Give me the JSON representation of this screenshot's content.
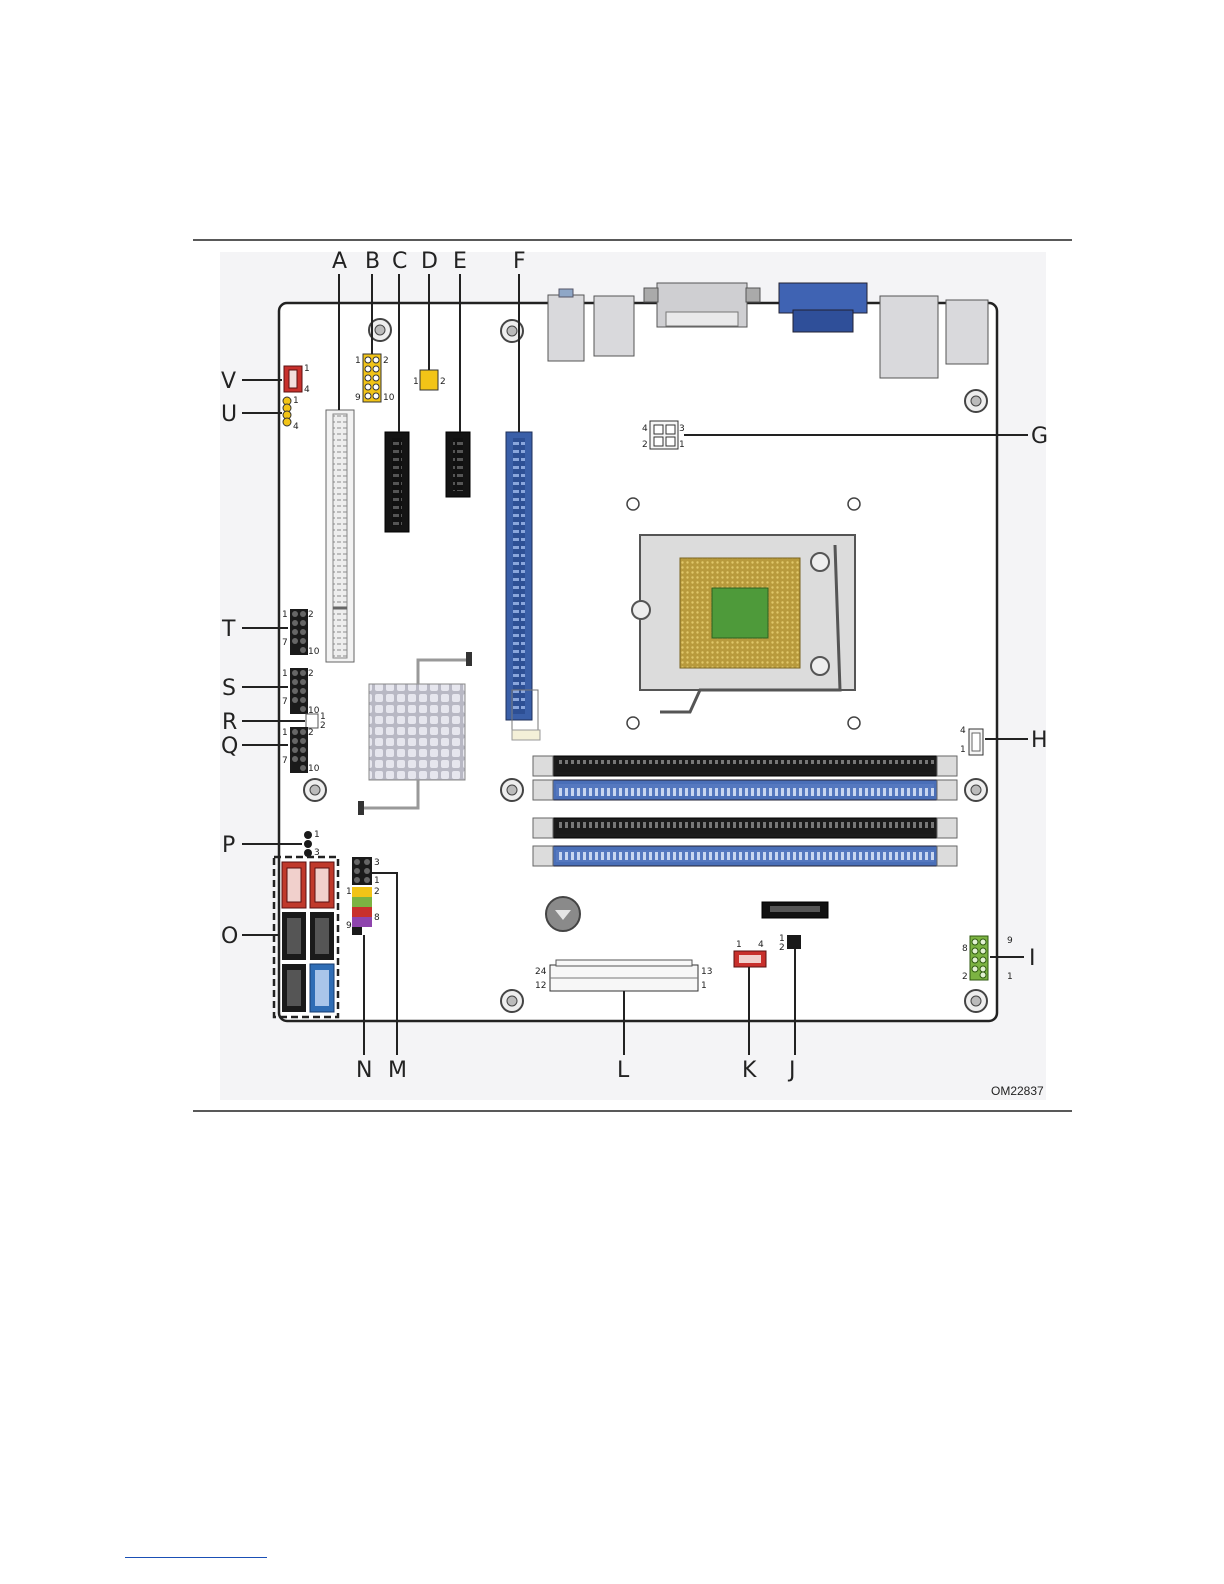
{
  "figure_id": "OM22837",
  "callouts": {
    "A": "A",
    "B": "B",
    "C": "C",
    "D": "D",
    "E": "E",
    "F": "F",
    "G": "G",
    "H": "H",
    "I": "I",
    "J": "J",
    "K": "K",
    "L": "L",
    "M": "M",
    "N": "N",
    "O": "O",
    "P": "P",
    "Q": "Q",
    "R": "R",
    "S": "S",
    "T": "T",
    "U": "U",
    "V": "V"
  },
  "pin_labels": {
    "v1": "1",
    "v4": "4",
    "u1": "1",
    "u4": "4",
    "b1": "1",
    "b2": "2",
    "b9": "9",
    "b10": "10",
    "d1": "1",
    "d2": "2",
    "g4": "4",
    "g3": "3",
    "g2": "2",
    "g1": "1",
    "t1": "1",
    "t2": "2",
    "t7": "7",
    "t10": "10",
    "s1": "1",
    "s2": "2",
    "s7": "7",
    "s10": "10",
    "r1": "1",
    "r2": "2",
    "q1": "1",
    "q2": "2",
    "q7": "7",
    "q10": "10",
    "h4": "4",
    "h1": "1",
    "p1": "1",
    "p3": "3",
    "m3": "3",
    "m1": "1",
    "n1": "1",
    "n2": "2",
    "n9": "9",
    "n8": "8",
    "i9": "9",
    "i8": "8",
    "i2": "2",
    "i1": "1",
    "j1": "1",
    "j2": "2",
    "k1": "1",
    "k4": "4",
    "l24": "24",
    "l13": "13",
    "l12": "12",
    "l1": "1"
  },
  "colors": {
    "board_outline": "#222222",
    "pcie_x16": "#3a5fa8",
    "dimm_blue": "#4a6fb8",
    "dimm_black": "#1c1c1c",
    "header_yellow": "#f2c417",
    "header_red": "#c8302c",
    "header_green": "#7cb342",
    "sata_red": "#c0392b",
    "usb3_blue": "#2f6db5",
    "heatsink": "#c9c9d3",
    "cpu_die": "#4e9a3a"
  }
}
